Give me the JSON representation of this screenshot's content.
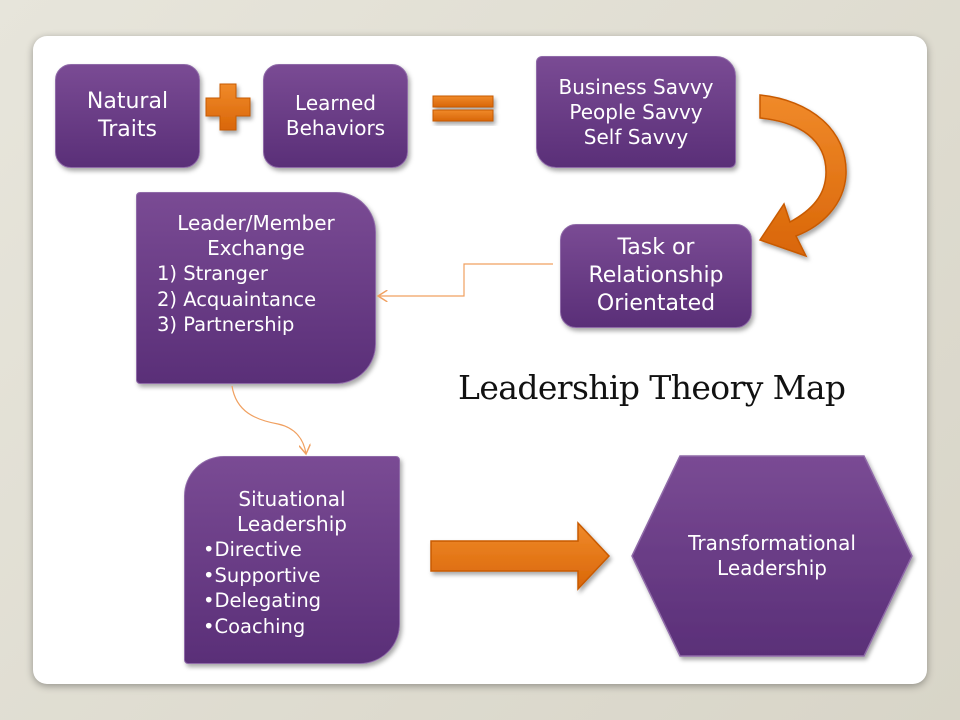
{
  "title": "Leadership Theory Map",
  "natural_traits": [
    "Natural",
    "Traits"
  ],
  "learned_behaviors": [
    "Learned",
    "Behaviors"
  ],
  "savvy": [
    "Business Savvy",
    "People Savvy",
    "Self Savvy"
  ],
  "task_orientation": [
    "Task or",
    "Relationship",
    "Orientated"
  ],
  "lmx": {
    "heading": [
      "Leader/Member",
      "Exchange"
    ],
    "items": [
      "1)  Stranger",
      "2)  Acquaintance",
      "3)  Partnership"
    ]
  },
  "situational": {
    "heading": [
      "Situational",
      "Leadership"
    ],
    "items": [
      "•Directive",
      "•Supportive",
      "•Delegating",
      "•Coaching"
    ]
  },
  "transformational": [
    "Transformational",
    "Leadership"
  ],
  "colors": {
    "box": "#5a2f78",
    "arrow": "#e8720c",
    "connector": "#f0a060"
  }
}
